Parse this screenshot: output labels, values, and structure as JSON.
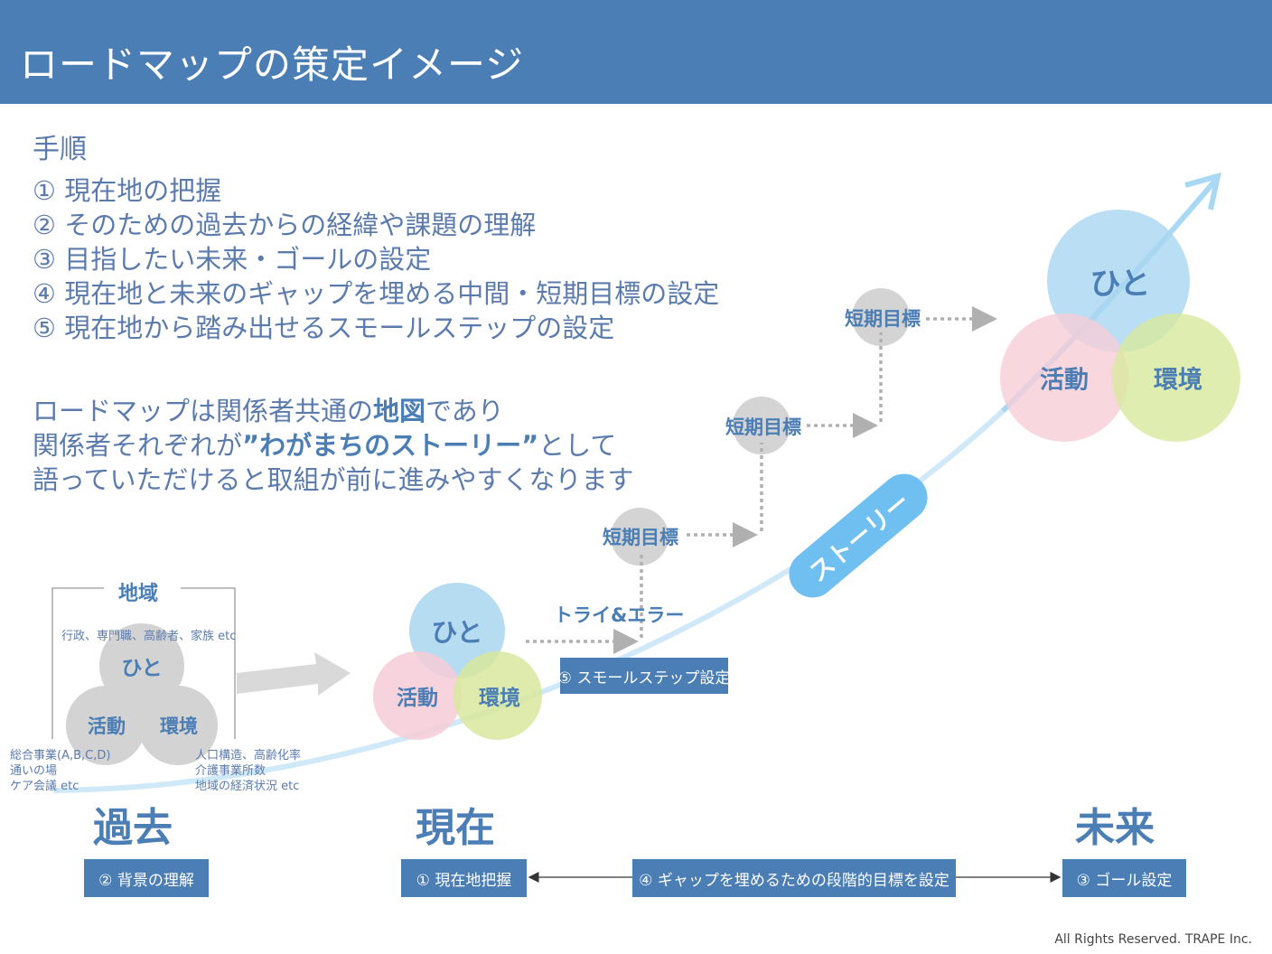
{
  "header": {
    "title": "ロードマップの策定イメージ"
  },
  "steps": {
    "heading": "手順",
    "items": [
      "① 現在地の把握",
      "② そのための過去からの経緯や課題の理解",
      "③ 目指したい未来・ゴールの設定",
      "④ 現在地と未来のギャップを埋める中間・短期目標の設定",
      "⑤ 現在地から踏み出せるスモールステップの設定"
    ]
  },
  "description": {
    "line1_pre": "ロードマップは関係者共通の",
    "line1_bold": "地図",
    "line1_post": "であり",
    "line2_pre": "関係者それぞれが",
    "line2_bold": "”わがまちのストーリー”",
    "line2_post": "として",
    "line3": "語っていただけると取組が前に進みやすくなります"
  },
  "region": {
    "title": "地域",
    "people_note": "行政、専門職、高齢者、家族 etc",
    "activity_note": [
      "総合事業(A,B,C,D)",
      "通いの場",
      "ケア会議 etc"
    ],
    "environment_note": [
      "人口構造、高齢化率",
      "介護事業所数",
      "地域の経済状況 etc"
    ]
  },
  "circles": {
    "people": "ひと",
    "activity": "活動",
    "environment": "環境"
  },
  "timeline": {
    "past": "過去",
    "present": "現在",
    "future": "未来",
    "past_box": "② 背景の理解",
    "present_box": "① 現在地把握",
    "gap_box": "④ ギャップを埋めるための段階的目標を設定",
    "goal_box": "③ ゴール設定"
  },
  "story": {
    "label": "ストーリー"
  },
  "trial": {
    "label": "トライ&エラー",
    "small_step_box": "⑤ スモールステップ設定"
  },
  "goals": {
    "short_term": "短期目標"
  },
  "footer": {
    "copyright": "All Rights Reserved. TRAPE Inc."
  },
  "colors": {
    "header": "#4a7eb5",
    "text": "#5b7bad",
    "people": "#a9d6f0",
    "activity": "#f6cdd7",
    "environment": "#d8e89d",
    "gray": "#c8c8c8",
    "story": "#6fc0f0"
  }
}
